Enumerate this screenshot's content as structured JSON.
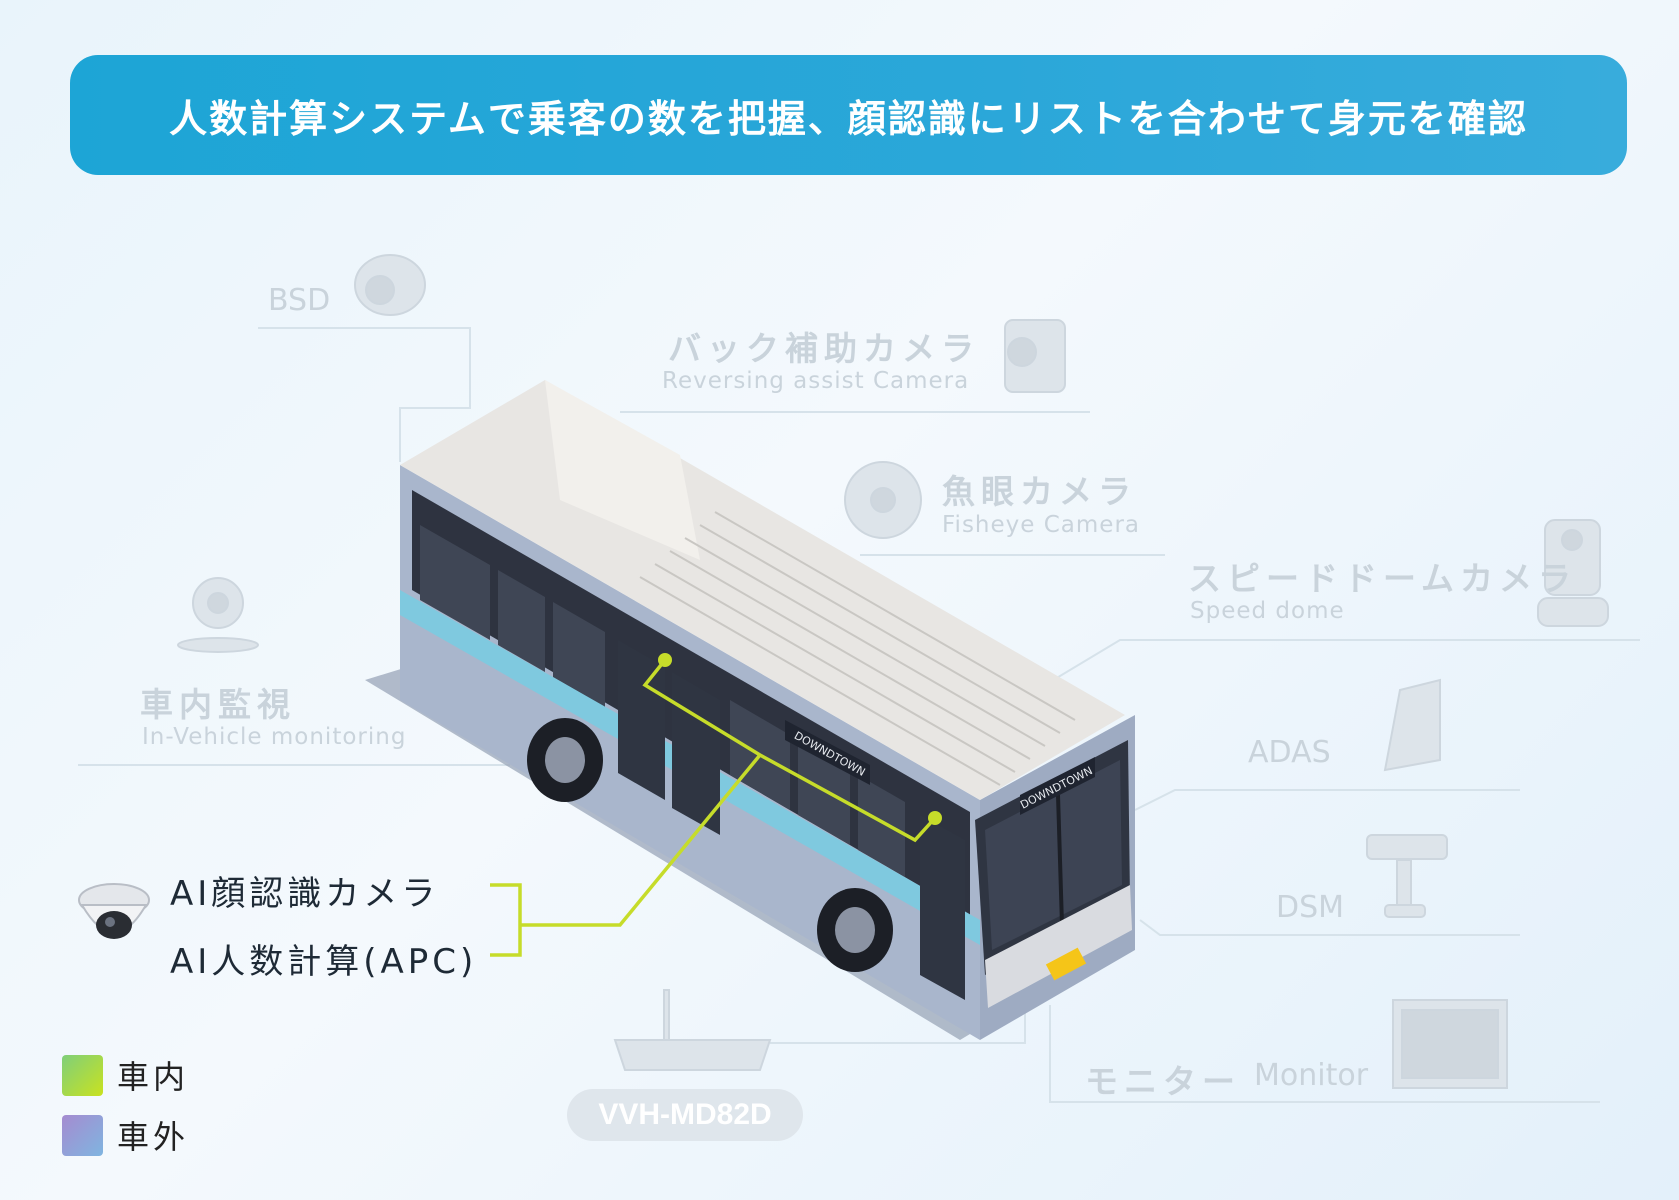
{
  "header": {
    "title": "人数計算システムで乗客の数を把握、顔認識にリストを合わせて身元を確認"
  },
  "bus": {
    "route_sign": "DOWNDTOWN"
  },
  "devices": {
    "bsd": {
      "label": "BSD"
    },
    "reversing": {
      "jp": "バック補助カメラ",
      "en": "Reversing assist Camera"
    },
    "fisheye": {
      "jp": "魚眼カメラ",
      "en": "Fisheye Camera"
    },
    "speed_dome": {
      "jp": "スピードドームカメラ",
      "en": "Speed dome"
    },
    "in_vehicle": {
      "jp": "車内監視",
      "en": "In-Vehicle monitoring"
    },
    "adas": {
      "label": "ADAS"
    },
    "dsm": {
      "label": "DSM"
    },
    "monitor": {
      "jp": "モニター",
      "en": "Monitor"
    },
    "dvr": {
      "label": "VVH-MD82D"
    }
  },
  "highlight": {
    "line1": "AI顔認識カメラ",
    "line2": "AI人数計算(APC)"
  },
  "legend": [
    {
      "label": "車内",
      "gradient_from": "#c9e21f",
      "gradient_to": "#7fcf7a"
    },
    {
      "label": "車外",
      "gradient_from": "#7fb5e0",
      "gradient_to": "#a58bd0"
    }
  ],
  "colors": {
    "accent": "#29a6d8",
    "connector": "#c6dc2a"
  }
}
